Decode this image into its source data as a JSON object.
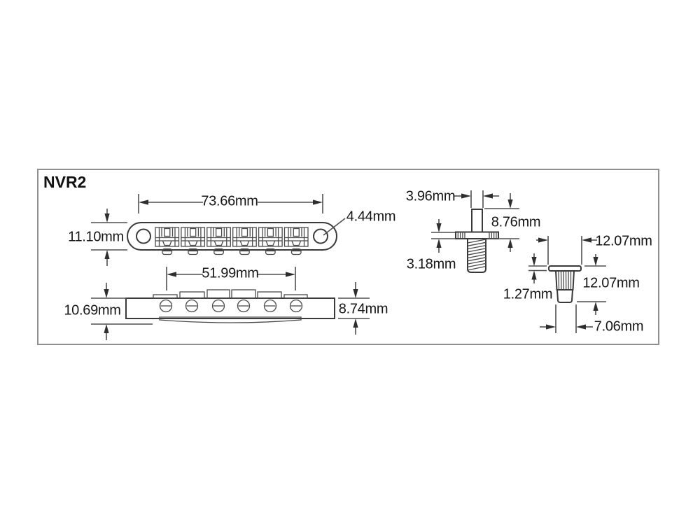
{
  "drawing": {
    "title": "NVR2",
    "bridge_top_view": {
      "length": "73.66mm",
      "body_width": "11.10mm",
      "mount_hole_diameter": "4.44mm",
      "saddle_span": "51.99mm"
    },
    "bridge_side_view": {
      "overall_height": "10.69mm",
      "end_height": "8.74mm"
    },
    "thumbwheel_post": {
      "post_diameter": "3.96mm",
      "post_height": "8.76mm",
      "wheel_thickness": "3.18mm"
    },
    "bushing": {
      "head_diameter": "12.07mm",
      "head_thickness": "1.27mm",
      "overall_length": "12.07mm",
      "body_diameter": "7.06mm"
    }
  }
}
